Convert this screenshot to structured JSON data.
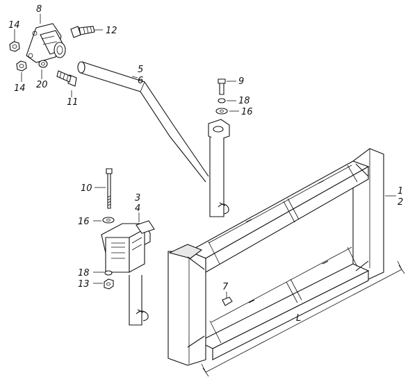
{
  "labels": {
    "p1": "1",
    "p2": "2",
    "p3": "3",
    "p4": "4",
    "p5": "5",
    "p6": "6",
    "p7": "7",
    "p8": "8",
    "p9": "9",
    "p10": "10",
    "p11": "11",
    "p12": "12",
    "p13": "13",
    "p14a": "14",
    "p14b": "14",
    "p16a": "16",
    "p16b": "16",
    "p18a": "18",
    "p18b": "18",
    "p20": "20",
    "dimL": "L"
  },
  "colors": {
    "line": "#111111",
    "background": "#ffffff"
  }
}
